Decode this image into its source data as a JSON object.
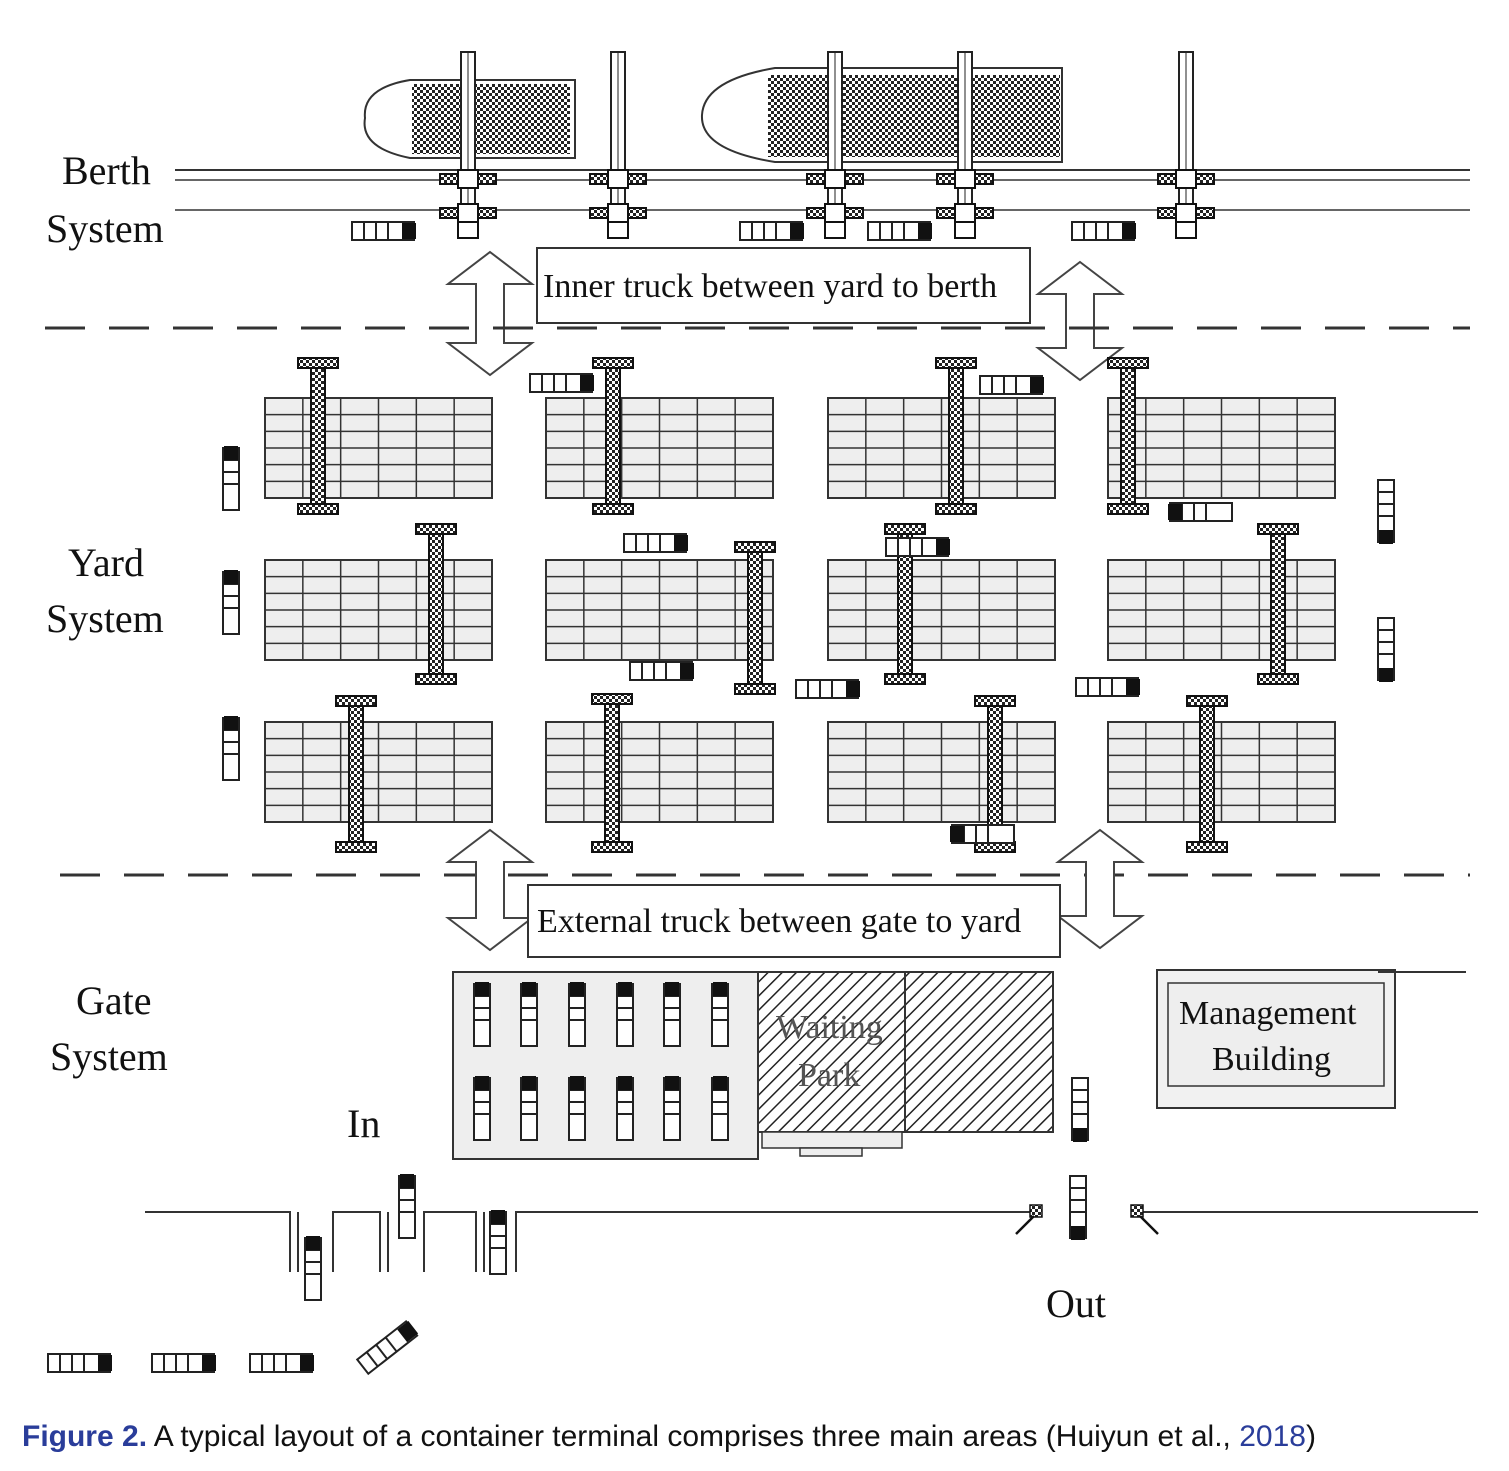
{
  "zones": {
    "berth": {
      "line1": "Berth",
      "line2": "System"
    },
    "yard": {
      "line1": "Yard",
      "line2": "System"
    },
    "gate": {
      "line1": "Gate",
      "line2": "System"
    }
  },
  "flows": {
    "inner": "Inner truck between yard to berth",
    "external": "External truck between gate to yard"
  },
  "waiting_park": {
    "line1": "Waiting",
    "line2": "Park"
  },
  "management": {
    "line1": "Management",
    "line2": "Building"
  },
  "gate_labels": {
    "in": "In",
    "out": "Out"
  },
  "caption": {
    "figure": "Figure 2.",
    "text_before": " A typical layout of a container terminal comprises three main areas (Huiyun et al., ",
    "year": "2018",
    "text_after": ")"
  },
  "colors": {
    "caption_accent": "#2a3d9a",
    "line": "#333333",
    "block_fill": "#eeeeee"
  }
}
